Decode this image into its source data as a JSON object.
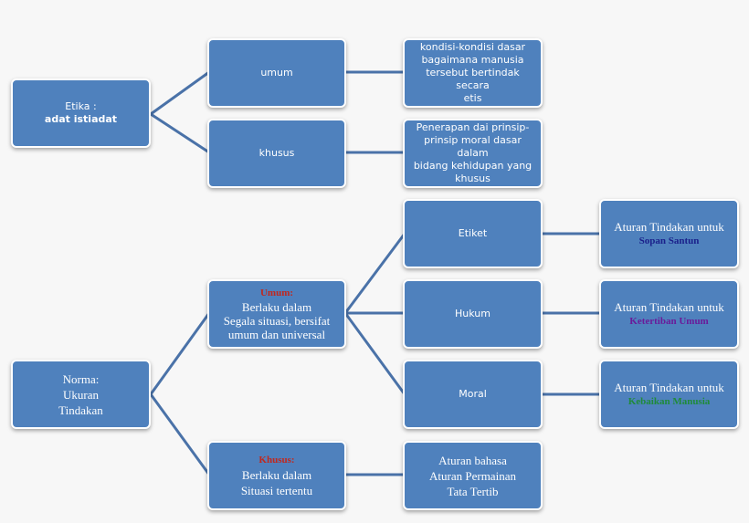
{
  "colors": {
    "node_fill": "#4f81bd",
    "connector": "#4a72a8",
    "umum_label": "#c0281f",
    "khusus_label": "#c0281f",
    "sopan": "#1a1f8a",
    "ketertiban": "#6a1b9a",
    "kebaikan": "#1f8b3a"
  },
  "etika": {
    "root_line1": "Etika :",
    "root_line2": "adat istiadat",
    "umum": "umum",
    "khusus": "khusus",
    "umum_desc": [
      "kondisi-kondisi dasar",
      "bagaimana manusia",
      "tersebut bertindak secara",
      "etis"
    ],
    "khusus_desc": [
      "Penerapan dai prinsip-",
      "prinsip moral dasar dalam",
      "bidang kehidupan yang",
      "khusus"
    ]
  },
  "norma": {
    "root": [
      "Norma:",
      "Ukuran",
      "Tindakan"
    ],
    "umum_title": "Umum:",
    "umum_lines": [
      "Berlaku dalam",
      "Segala situasi, bersifat",
      "umum dan universal"
    ],
    "khusus_title": "Khusus:",
    "khusus_lines": [
      "Berlaku dalam",
      "Situasi tertentu"
    ],
    "etiket": "Etiket",
    "hukum": "Hukum",
    "moral": "Moral",
    "aturan_prefix": "Aturan Tindakan untuk",
    "sopan": "Sopan Santun",
    "ketertiban": "Ketertiban Umum",
    "kebaikan": "Kebaikan Manusia",
    "khusus_desc": [
      "Aturan bahasa",
      "Aturan Permainan",
      "Tata Tertib"
    ]
  }
}
